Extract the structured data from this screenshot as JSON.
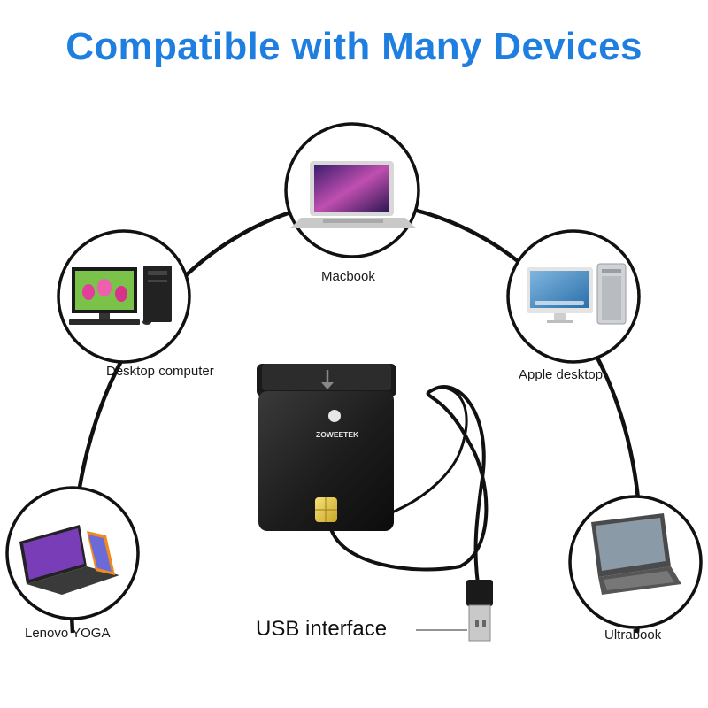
{
  "title": "Compatible with Many Devices",
  "accent_color": "#1e7fe0",
  "devices": [
    {
      "name": "Macbook",
      "icon": "laptop-icon"
    },
    {
      "name": "Desktop computer",
      "icon": "desktop-pc-icon"
    },
    {
      "name": "Apple desktop",
      "icon": "imac-icon"
    },
    {
      "name": "Lenovo YOGA",
      "icon": "convertible-laptop-icon"
    },
    {
      "name": "Ultrabook",
      "icon": "tablet-keyboard-icon"
    }
  ],
  "reader": {
    "brand": "ZOWEETEK",
    "connector_label": "USB interface"
  }
}
